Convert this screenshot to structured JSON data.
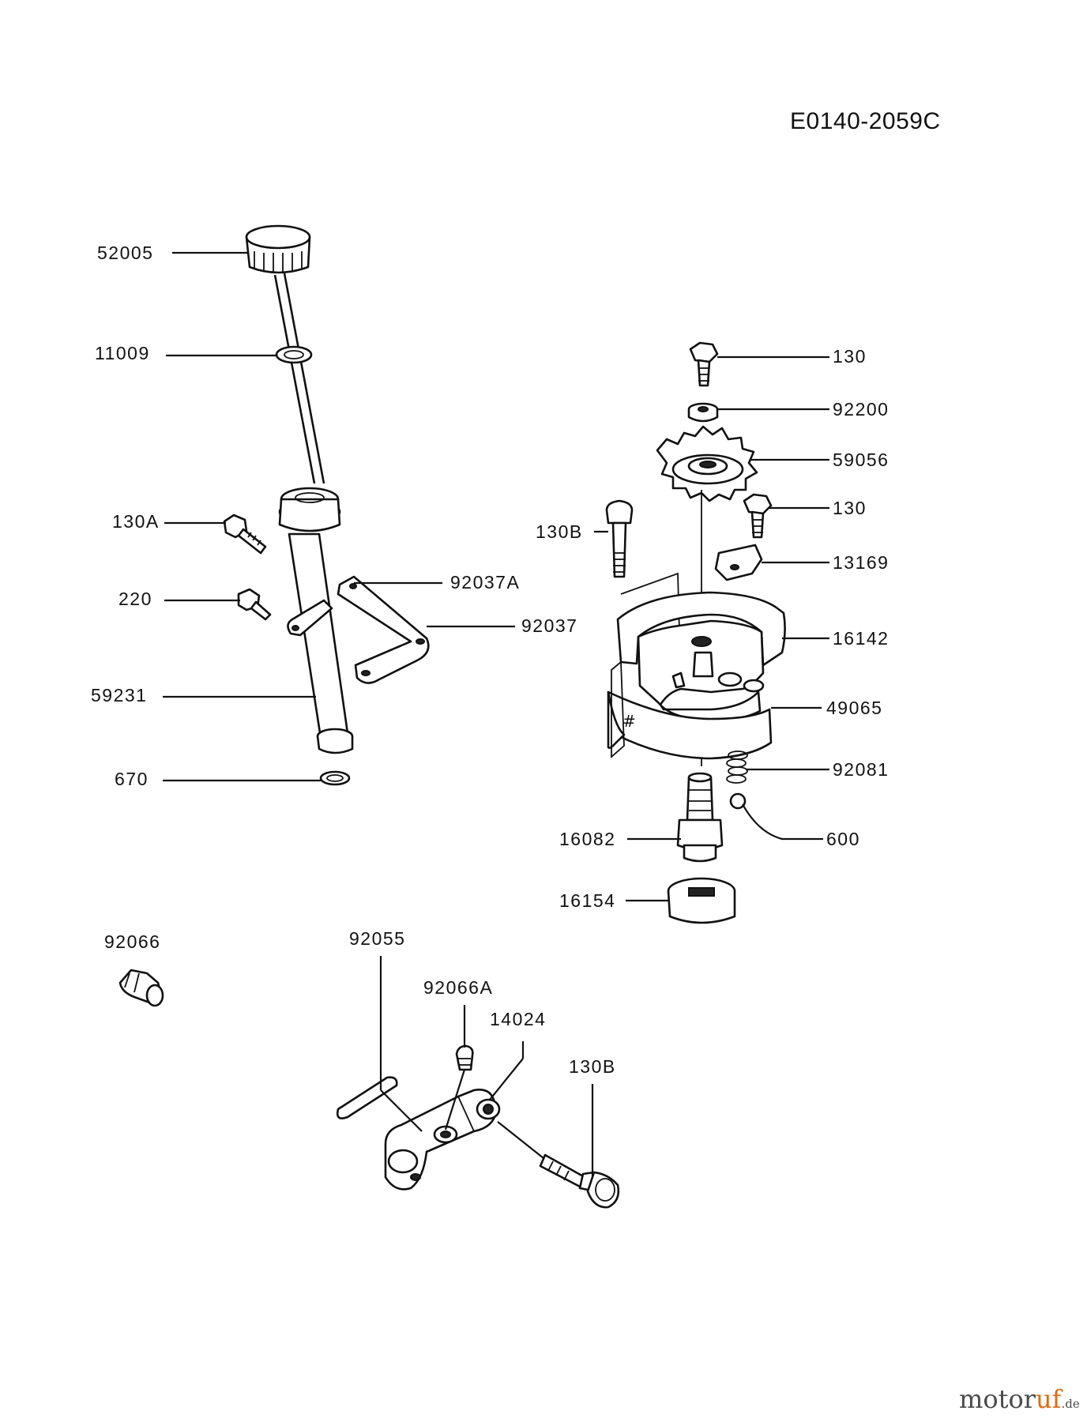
{
  "diagram_code": "E0140-2059C",
  "watermark": {
    "pre": "motor",
    "accent": "uf",
    "suffix": ".de"
  },
  "labels": {
    "p52005": "52005",
    "p11009": "11009",
    "p130A": "130A",
    "p220": "220",
    "p92037A": "92037A",
    "p92037": "92037",
    "p59231": "59231",
    "p670": "670",
    "p130_top": "130",
    "p92200": "92200",
    "p59056": "59056",
    "p130_mid": "130",
    "p130B_left": "130B",
    "p13169": "13169",
    "p16142": "16142",
    "p49065": "49065",
    "p92081": "92081",
    "p600": "600",
    "p16082": "16082",
    "p16154": "16154",
    "p92066": "92066",
    "p92055": "92055",
    "p92066A": "92066A",
    "p14024": "14024",
    "p130B_bottom": "130B"
  }
}
